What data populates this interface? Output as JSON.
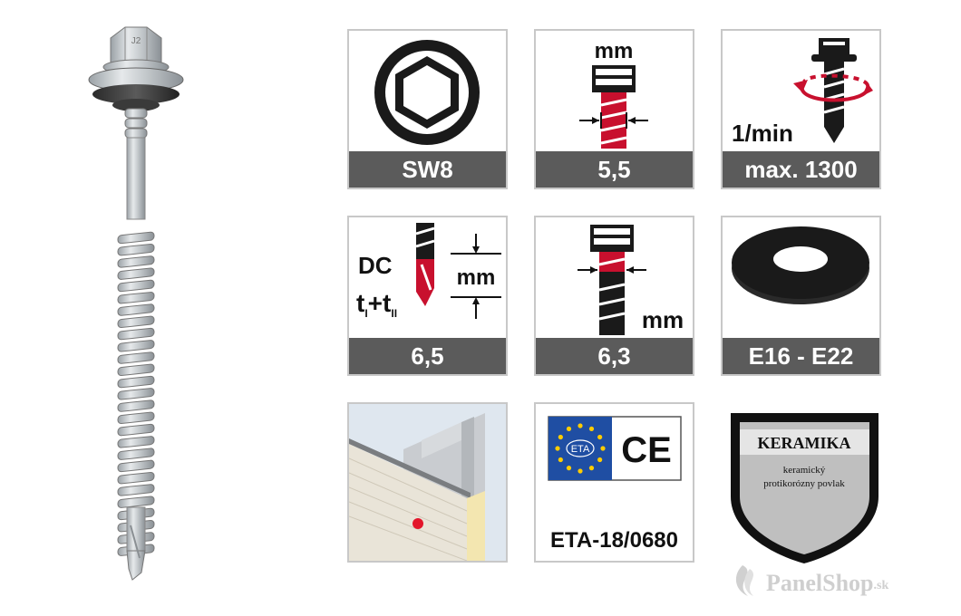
{
  "product": {
    "screw_head_mark": "J2"
  },
  "cards": {
    "drive": {
      "value": "SW8",
      "icon": "hexagon-socket-icon"
    },
    "diameter": {
      "unit": "mm",
      "value": "5,5",
      "icon": "thread-diameter-icon"
    },
    "speed": {
      "unit": "1/min",
      "value": "max. 1300",
      "icon": "rotation-speed-icon"
    },
    "drill_capacity": {
      "label": "DC",
      "thickness_prefix": "t",
      "sub1": "I",
      "plus": "+",
      "sub2": "II",
      "unit": "mm",
      "value": "6,5",
      "icon": "drill-capacity-icon"
    },
    "thread_diameter": {
      "unit": "mm",
      "value": "6,3",
      "icon": "thread-size-icon"
    },
    "washer": {
      "value": "E16 - E22",
      "icon": "washer-icon"
    },
    "application": {
      "icon": "sandwich-panel-icon"
    },
    "certification": {
      "ce_mark": "CE",
      "eta_mark": "ETA",
      "value": "ETA-18/0680",
      "icon": "eu-eta-flag-icon"
    },
    "coating": {
      "title": "KERAMIKA",
      "line1": "keramický",
      "line2": "protikorózny povlak",
      "icon": "shield-badge-icon"
    }
  },
  "brand": {
    "name": "PanelShop",
    "tld": ".sk"
  },
  "colors": {
    "bar": "#5b5b5b",
    "accent_red": "#c8102e",
    "border": "#c8c8c8"
  }
}
